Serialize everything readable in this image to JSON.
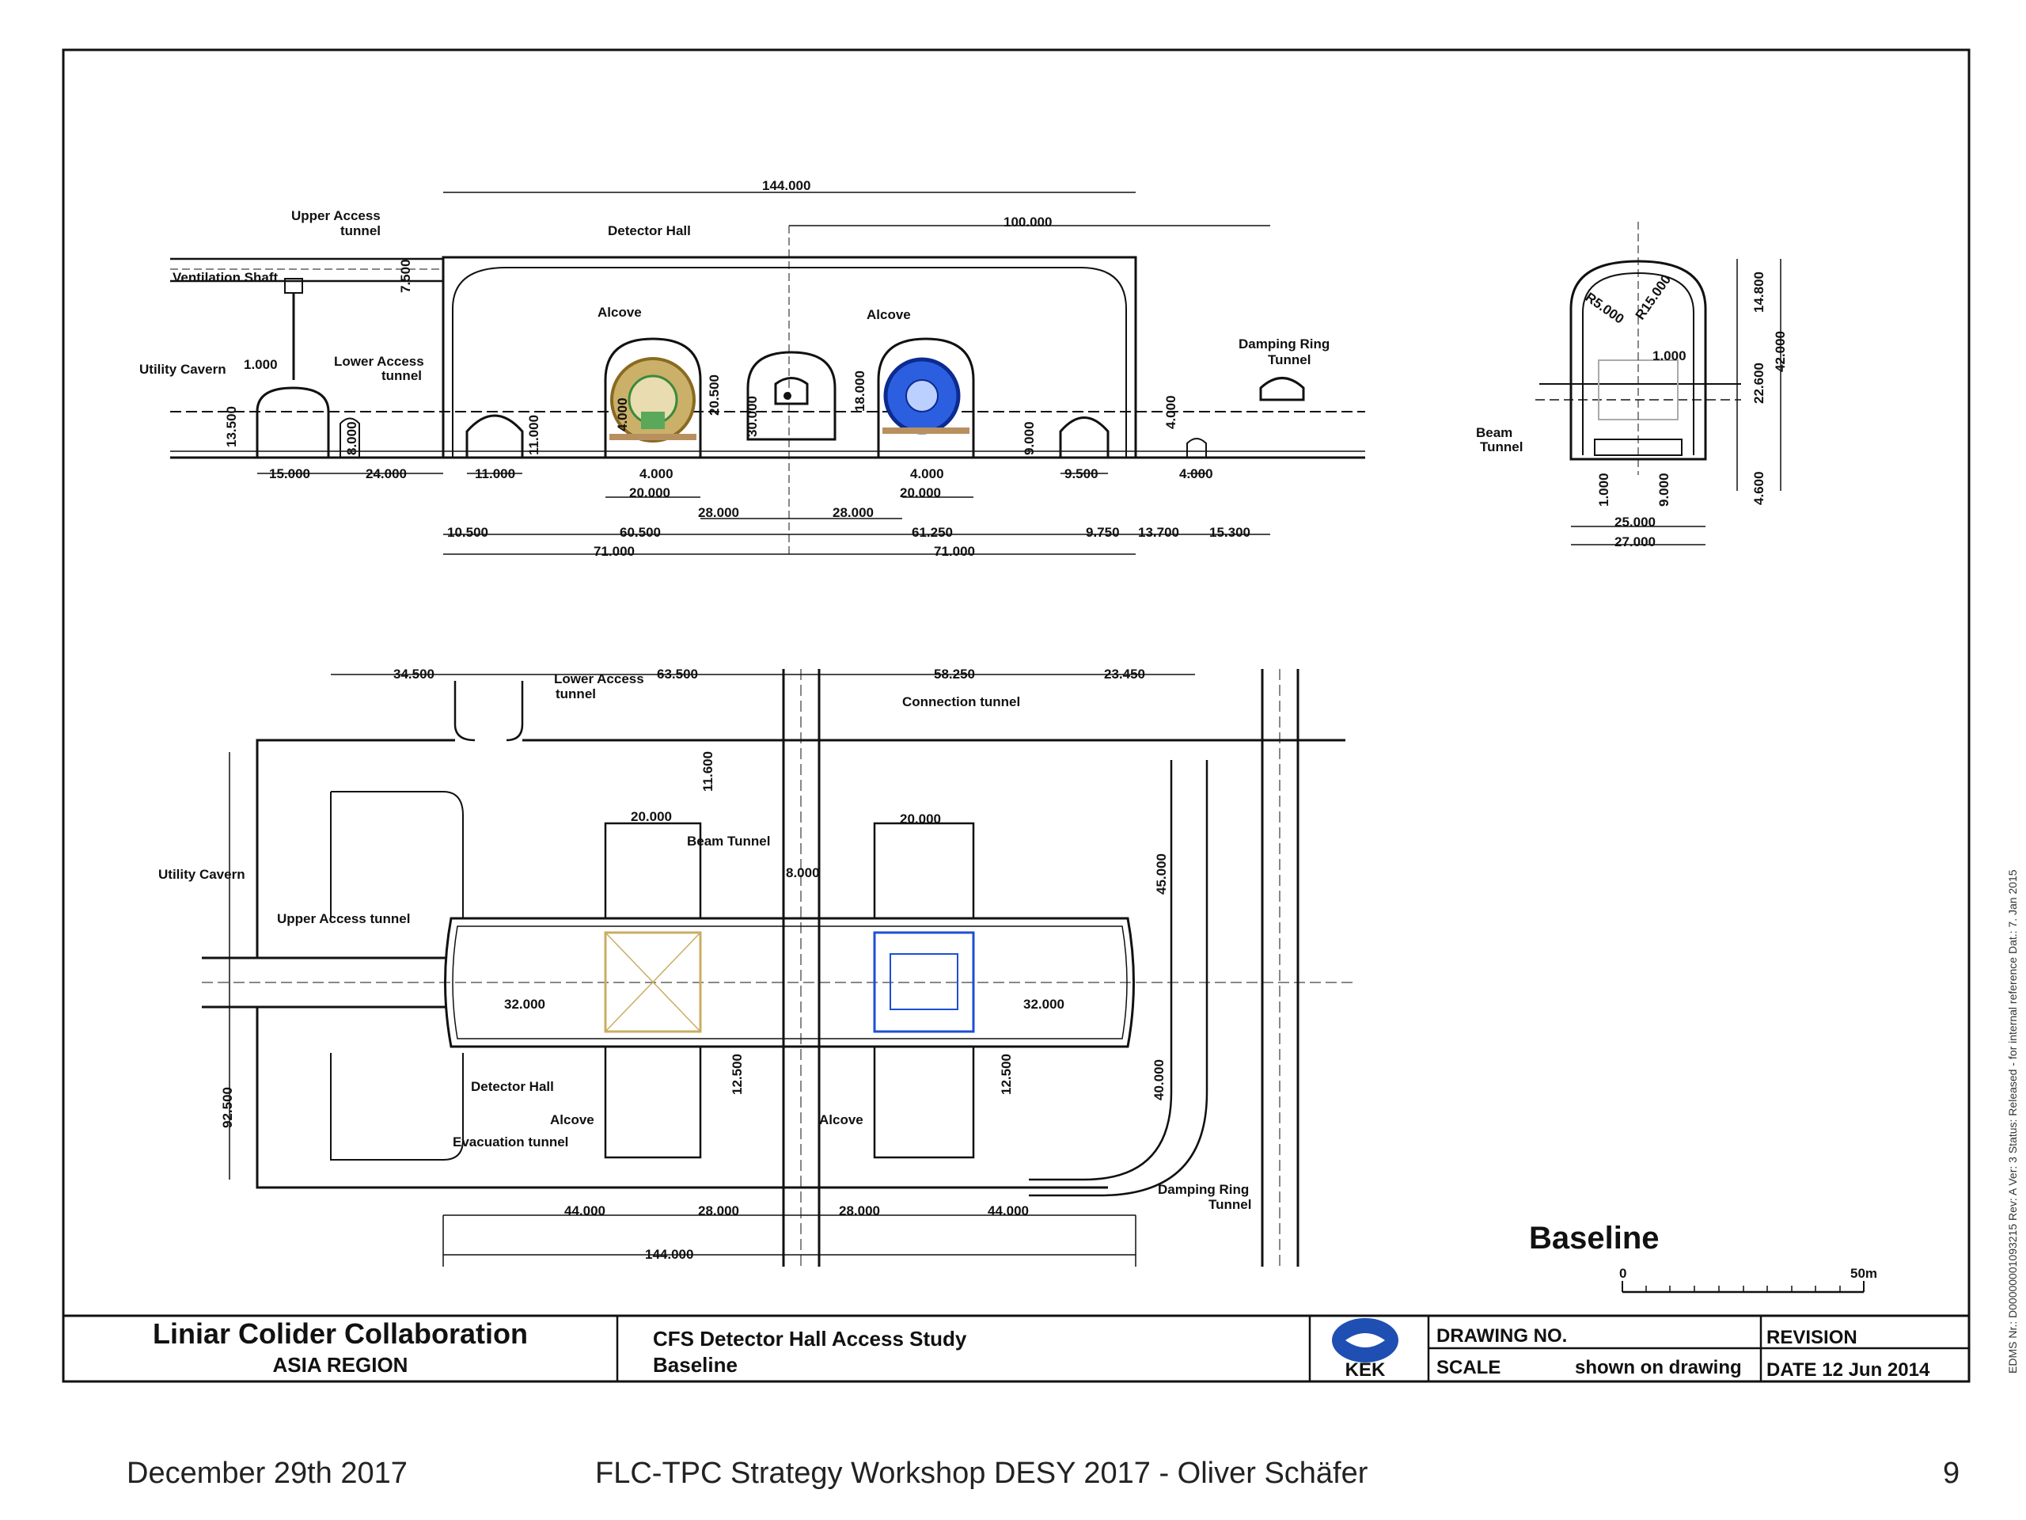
{
  "upper_view": {
    "labels": {
      "upper_access": "Upper Access",
      "upper_access_2": "tunnel",
      "detector_hall": "Detector Hall",
      "ventilation": "Ventilation Shaft",
      "utility_cavern": "Utility Cavern",
      "lower_access": "Lower Access",
      "lower_access_2": "tunnel",
      "alcove_1": "Alcove",
      "alcove_2": "Alcove",
      "damping": "Damping Ring",
      "damping_2": "Tunnel"
    },
    "dims": {
      "d144": "144.000",
      "d100": "100.000",
      "d7500": "7.500",
      "d1000": "1.000",
      "d13500": "13.500",
      "d8000": "8.000",
      "d11000": "11.000",
      "d4000a": "4.000",
      "d20500": "20.500",
      "d18000": "18.000",
      "d30000": "30.000",
      "d9000": "9.000",
      "d4000b": "4.000",
      "d15000": "15.000",
      "d24000": "24.000",
      "d11000b": "11.000",
      "d4000c": "4.000",
      "d20000a": "20.000",
      "d4000d": "4.000",
      "d20000b": "20.000",
      "d9500": "9.500",
      "d4000e": "4.000",
      "d28000a": "28.000",
      "d28000b": "28.000",
      "d10500": "10.500",
      "d60500": "60.500",
      "d61250": "61.250",
      "d9750": "9.750",
      "d13700": "13.700",
      "d15300": "15.300",
      "d71000a": "71.000",
      "d71000b": "71.000"
    }
  },
  "section_view": {
    "labels": {
      "beam": "Beam",
      "beam_2": "Tunnel",
      "r5": "R5.000",
      "r15": "R15.000"
    },
    "dims": {
      "d14800": "14.800",
      "d42000": "42.000",
      "d22600": "22.600",
      "d4600": "4.600",
      "d1000": "1.000",
      "d1000b": "1.000",
      "d9000": "9.000",
      "d25000": "25.000",
      "d27000": "27.000"
    }
  },
  "plan_view": {
    "labels": {
      "lower_access": "Lower Access",
      "lower_access_2": "tunnel",
      "connection": "Connection tunnel",
      "beam_tunnel": "Beam Tunnel",
      "utility_cavern": "Utility Cavern",
      "upper_access": "Upper Access tunnel",
      "detector_hall": "Detector Hall",
      "alcove_1": "Alcove",
      "alcove_2": "Alcove",
      "evacuation": "Evacuation tunnel",
      "damping": "Damping Ring",
      "damping_2": "Tunnel"
    },
    "dims": {
      "d34500": "34.500",
      "d63500": "63.500",
      "d58250": "58.250",
      "d23450": "23.450",
      "d11600": "11.600",
      "d20000a": "20.000",
      "d20000b": "20.000",
      "d8000": "8.000",
      "d45000": "45.000",
      "d32000a": "32.000",
      "d32000b": "32.000",
      "d12500a": "12.500",
      "d12500b": "12.500",
      "d40000": "40.000",
      "d92500": "92.500",
      "d44000a": "44.000",
      "d28000a": "28.000",
      "d28000b": "28.000",
      "d44000b": "44.000",
      "d144000": "144.000"
    }
  },
  "baseline": {
    "title": "Baseline",
    "scale_start": "0",
    "scale_end": "50m"
  },
  "title_block": {
    "org_line1": "Liniar Colider Collaboration",
    "org_line2": "ASIA REGION",
    "project_line1": "CFS Detector Hall Access Study",
    "project_line2": "Baseline",
    "logo_text": "KEK",
    "drawing_no_label": "DRAWING NO.",
    "revision_label": "REVISION",
    "scale_label": "SCALE",
    "scale_value": "shown on drawing",
    "date_label": "DATE 12 Jun 2014"
  },
  "side_note": "EDMS Nr.: D00000001093215  Rev: A  Ver: 3  Status: Released - for internal reference  Dat.: 7. Jan 2015",
  "footer": {
    "date": "December 29th 2017",
    "event": "FLC-TPC Strategy Workshop DESY 2017 - Oliver Schäfer",
    "page": "9"
  },
  "colors": {
    "line": "#111111",
    "detector_gold": "#b8953a",
    "detector_blue": "#1e4fd6",
    "logo_blue": "#1f4fb3"
  }
}
